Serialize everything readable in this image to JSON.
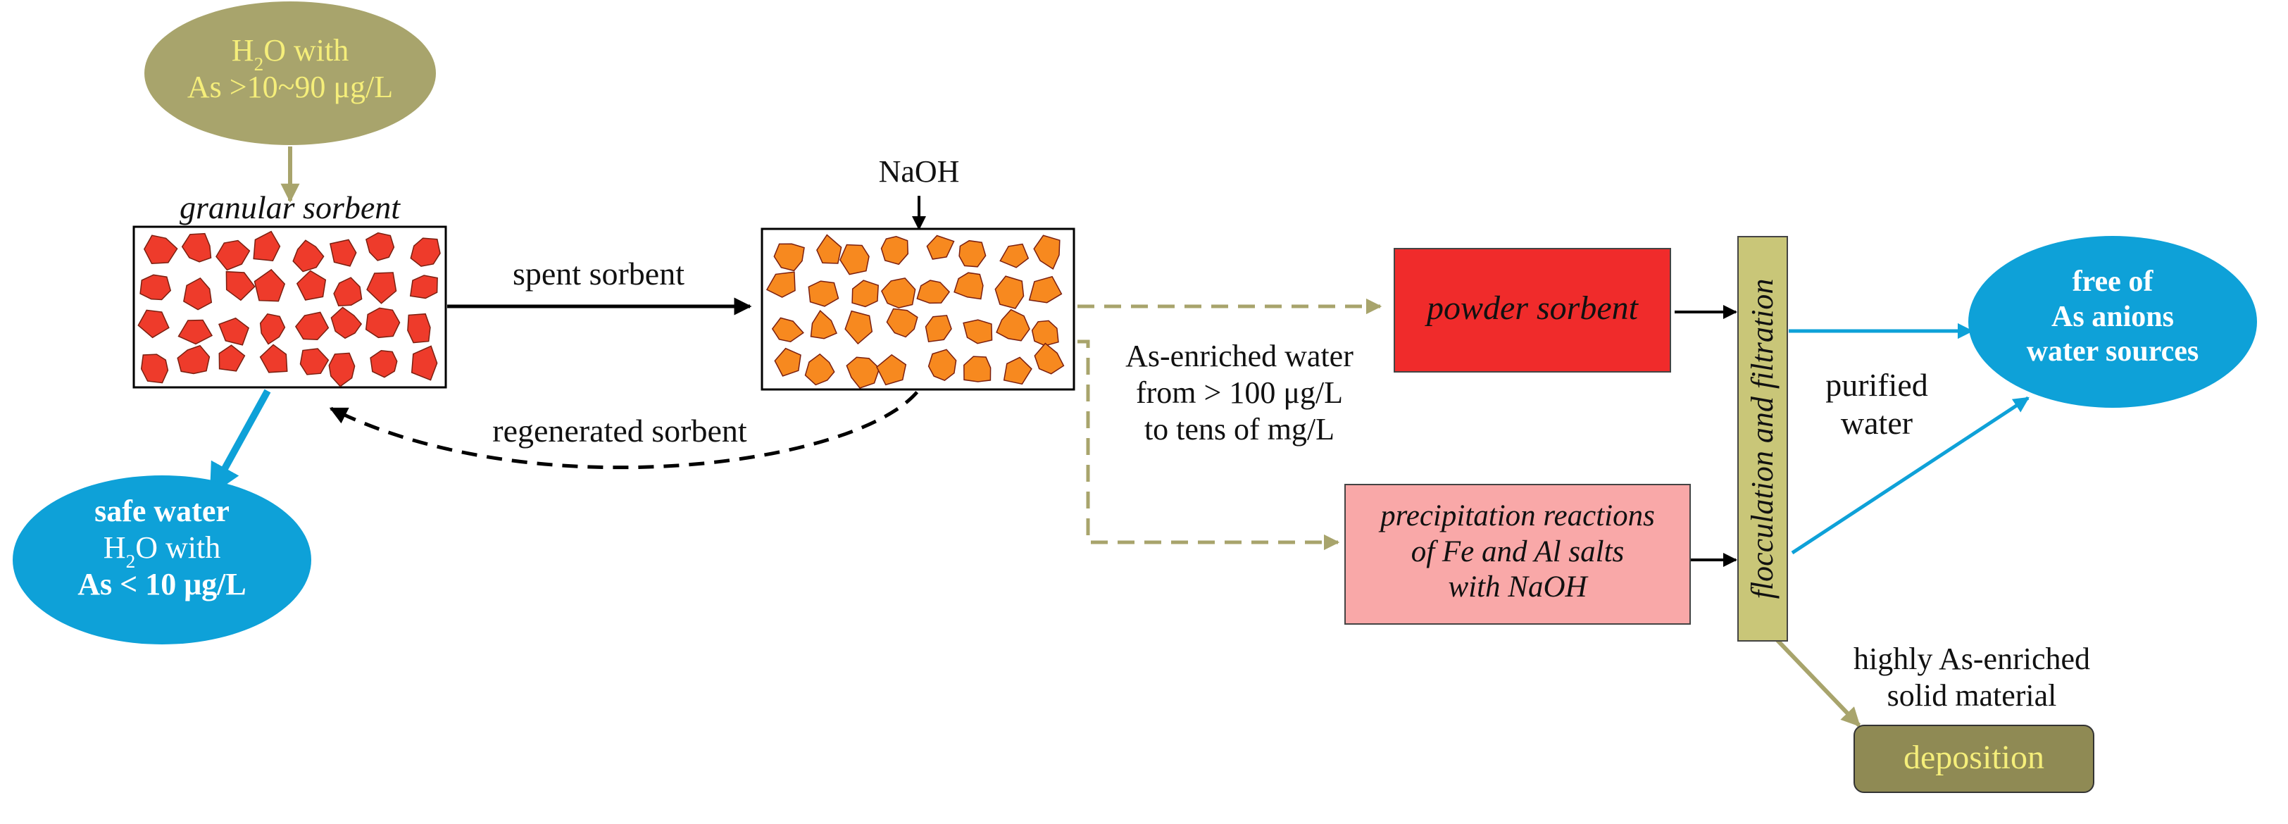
{
  "nodes": {
    "input_water": {
      "line1_prefix": "H",
      "line1_sub": "2",
      "line1_suffix": "O with",
      "line2": "As >10~90 μg/L"
    },
    "granular_sorbent": {
      "label": "granular sorbent"
    },
    "naoh": {
      "label": "NaOH"
    },
    "safe_water": {
      "title": "safe water",
      "line2_prefix": "H",
      "line2_sub": "2",
      "line2_suffix": "O with",
      "line3": "As < 10 μg/L"
    },
    "powder_sorbent": {
      "label": "powder sorbent"
    },
    "precipitation": {
      "line1": "precipitation reactions",
      "line2": "of Fe and Al salts",
      "line3": "with NaOH"
    },
    "flocculation": {
      "label": "flocculation and filtration"
    },
    "free_water": {
      "line1": "free of",
      "line2": "As anions",
      "line3": "water sources"
    },
    "deposition": {
      "label": "deposition"
    }
  },
  "edges": {
    "spent_sorbent": "spent sorbent",
    "regenerated_sorbent": "regenerated sorbent",
    "as_enriched": {
      "line1": "As-enriched water",
      "line2": "from > 100 μg/L",
      "line3": "to tens of mg/L"
    },
    "purified": {
      "line1": "purified",
      "line2": "water"
    },
    "highly_enriched": {
      "line1": "highly As-enriched",
      "line2": "solid material"
    }
  },
  "colors": {
    "olive": "#a8a46c",
    "pale_yellow_text": "#f5ee7a",
    "blue": "#0ea1d8",
    "red_box": "#f02b2b",
    "pink_box": "#f9a8a8",
    "granule_red": "#ee3b2b",
    "granule_orange": "#f7891f",
    "flocculation_bar": "#c9c678",
    "deposition_box": "#8f8a54"
  }
}
